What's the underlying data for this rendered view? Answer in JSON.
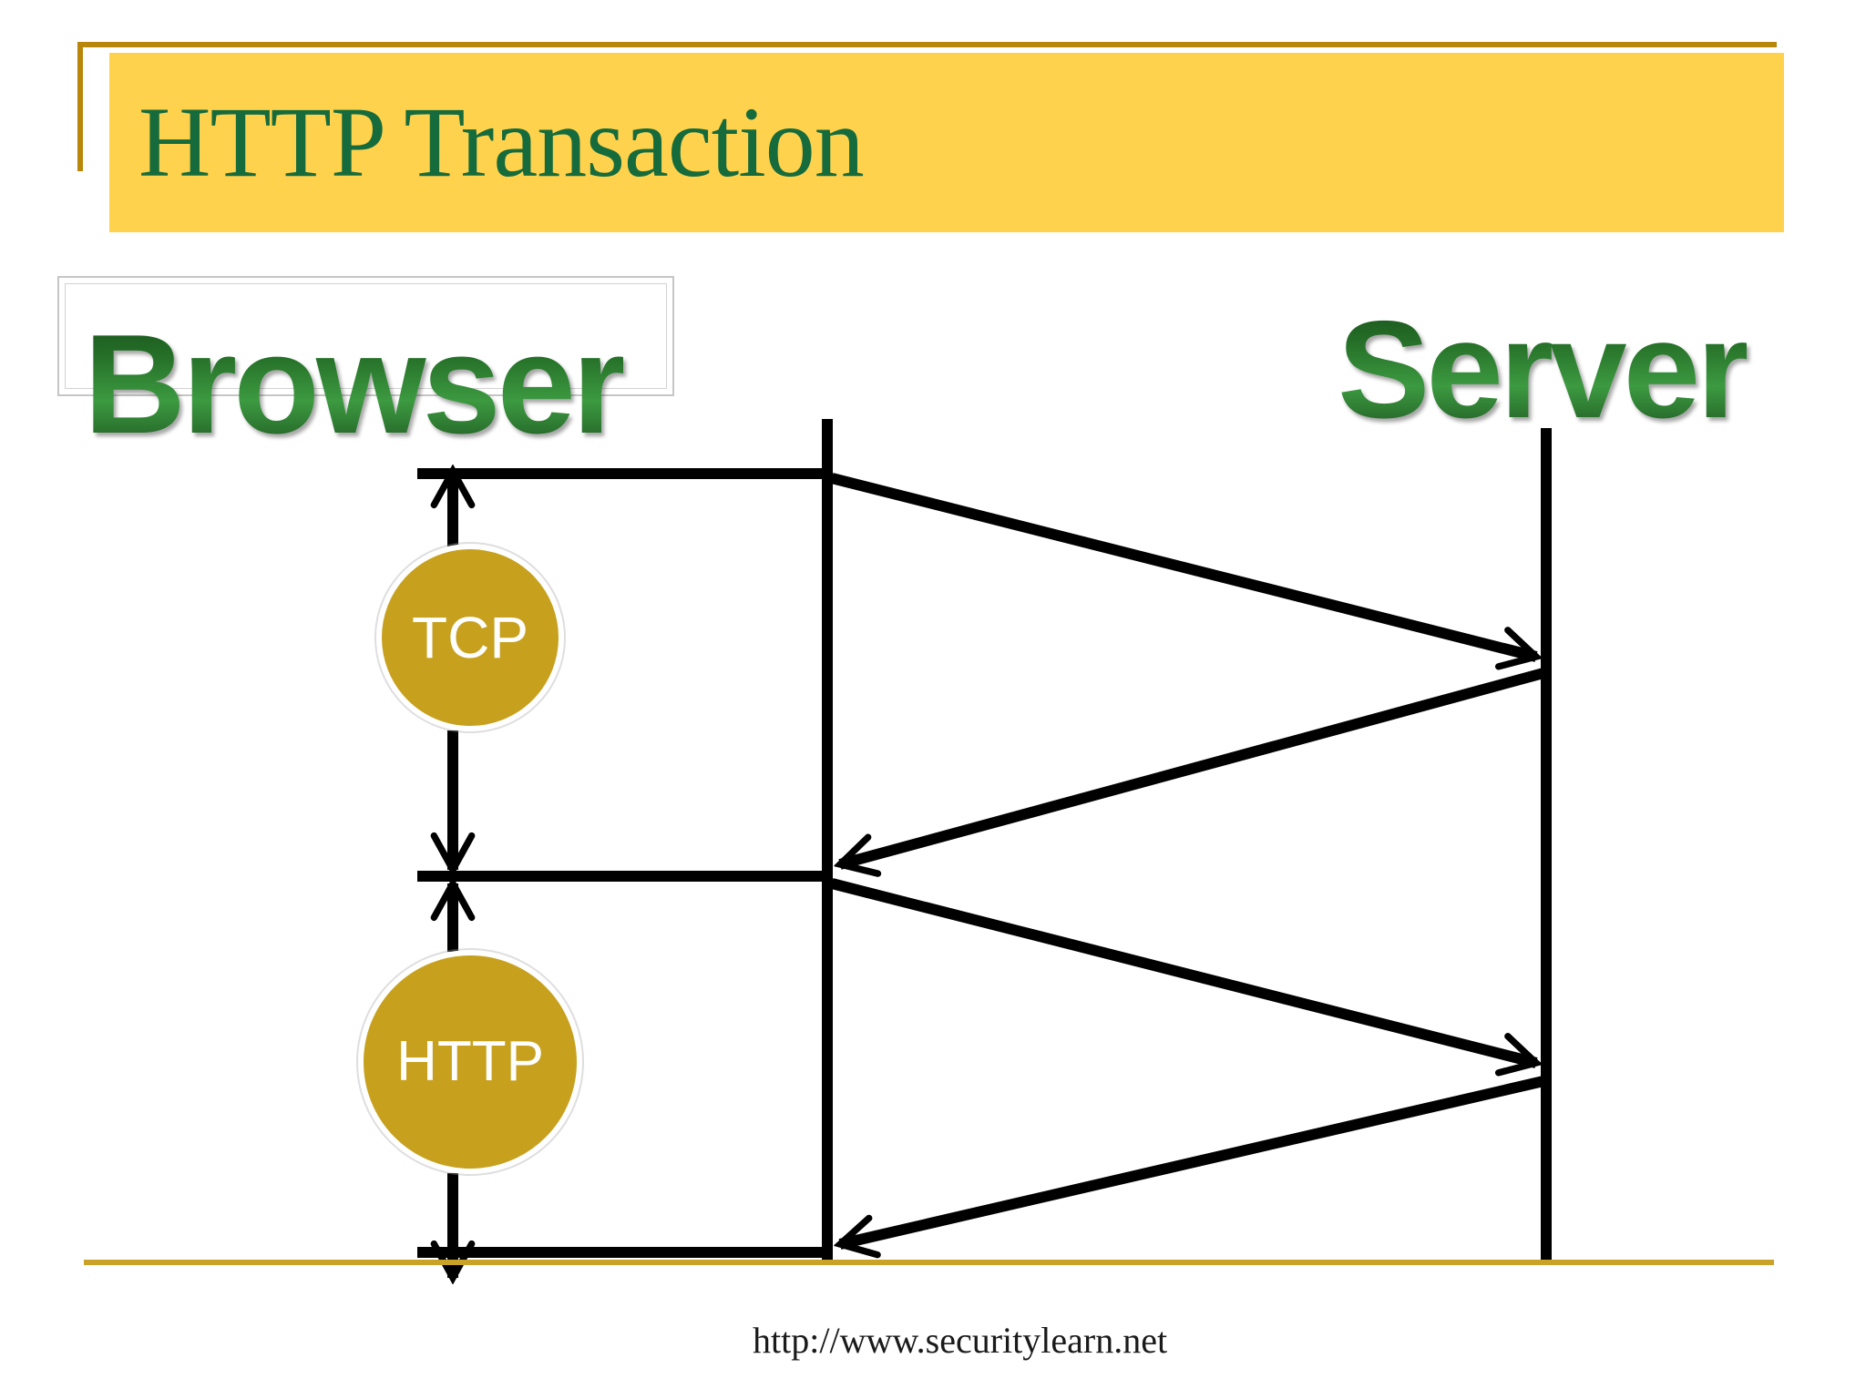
{
  "slide": {
    "title": "HTTP Transaction",
    "footer_url": "http://www.securitylearn.net"
  },
  "diagram": {
    "actors": [
      {
        "id": "browser",
        "label": "Browser"
      },
      {
        "id": "server",
        "label": "Server"
      }
    ],
    "phases": [
      {
        "id": "tcp",
        "label": "TCP"
      },
      {
        "id": "http",
        "label": "HTTP"
      }
    ],
    "messages": [
      {
        "phase": "tcp",
        "from": "browser",
        "to": "server"
      },
      {
        "phase": "tcp",
        "from": "server",
        "to": "browser"
      },
      {
        "phase": "http",
        "from": "browser",
        "to": "server"
      },
      {
        "phase": "http",
        "from": "server",
        "to": "browser"
      }
    ]
  },
  "theme": {
    "banner_bg": "#FFD24E",
    "accent_gold": "#B8860B",
    "divider_gold": "#C9A227",
    "title_green": "#166B3C",
    "label_green_mid": "#2F8F35",
    "circle_gold": "#C7A11E",
    "line_black": "#000000",
    "footer_text": "#1A1A1A"
  }
}
